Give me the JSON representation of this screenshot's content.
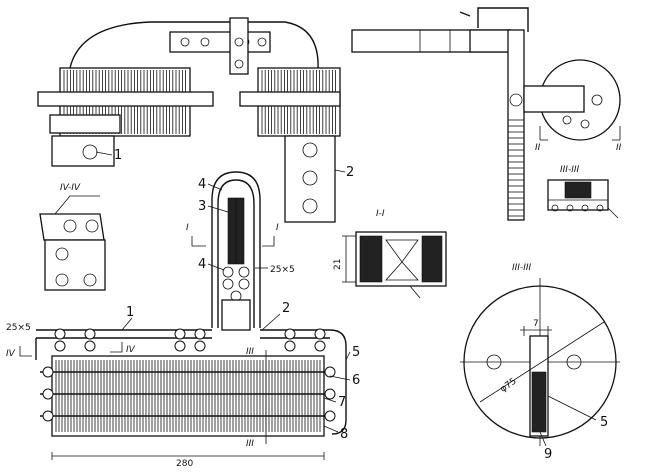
{
  "labels": {
    "l1a": "1",
    "l2a": "2",
    "l4a": "4",
    "l3": "3",
    "l4b": "4",
    "l1b": "1",
    "l2b": "2",
    "l5a": "5",
    "l6": "6",
    "l7": "7",
    "l8": "8",
    "l5b": "5",
    "l9": "9"
  },
  "sections": {
    "iv_iv": "IV-IV",
    "i_i": "I-I",
    "iii_iii_top": "III-III",
    "iii_iii_circle": "III-III",
    "ii_left": "II",
    "ii_right": "II",
    "i_left": "I",
    "i_right": "I",
    "iv_left": "IV",
    "iv_right": "IV",
    "iii_top_mark": "III",
    "iii_bottom_mark": "III"
  },
  "dimensions": {
    "d25x5_center": "25×5",
    "d25x5_left": "25×5",
    "d21": "21",
    "d7": "7",
    "d75": "φ75",
    "d280": "280"
  }
}
